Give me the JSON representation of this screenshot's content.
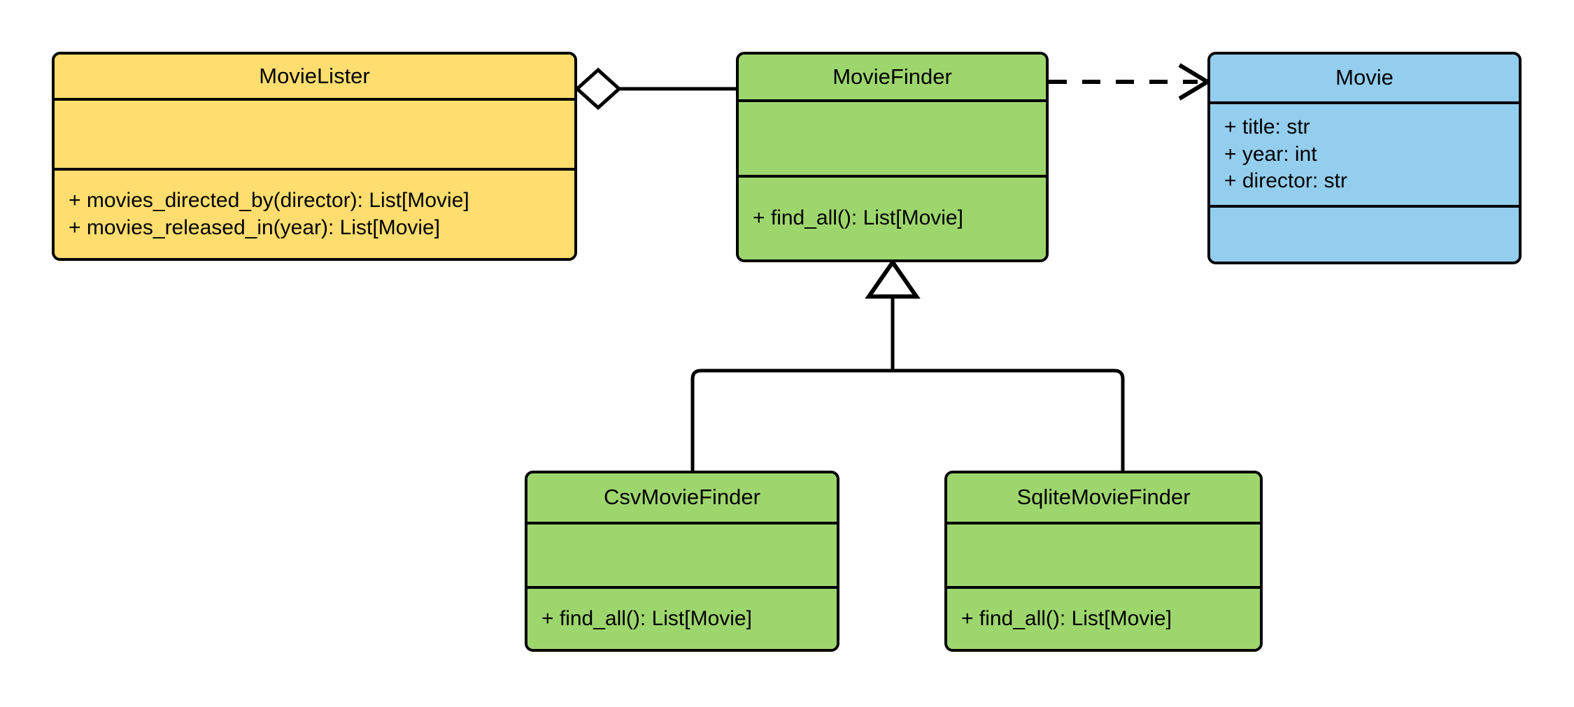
{
  "diagram": {
    "type": "uml-class-diagram",
    "background": "#ffffff",
    "line_color": "#000000",
    "colors": {
      "lister": "#ffdd6e",
      "finder": "#9ed66e",
      "entity": "#93ceef",
      "stroke": "#000000"
    }
  },
  "classes": {
    "movie_lister": {
      "name": "MovieLister",
      "color": "#ffdd6e",
      "attributes": [],
      "methods": [
        "+ movies_directed_by(director): List[Movie]",
        "+ movies_released_in(year): List[Movie]"
      ]
    },
    "movie_finder": {
      "name": "MovieFinder",
      "color": "#9ed66e",
      "attributes": [],
      "methods": [
        "+ find_all(): List[Movie]"
      ]
    },
    "movie": {
      "name": "Movie",
      "color": "#93ceef",
      "attributes": [
        "+ title: str",
        "+ year: int",
        "+ director: str"
      ],
      "methods": []
    },
    "csv_movie_finder": {
      "name": "CsvMovieFinder",
      "color": "#9ed66e",
      "attributes": [],
      "methods": [
        "+ find_all(): List[Movie]"
      ]
    },
    "sqlite_movie_finder": {
      "name": "SqliteMovieFinder",
      "color": "#9ed66e",
      "attributes": [],
      "methods": [
        "+ find_all(): List[Movie]"
      ]
    }
  },
  "relationships": [
    {
      "kind": "aggregation",
      "from": "MovieLister",
      "to": "MovieFinder",
      "line": "solid",
      "source_marker": "hollow-diamond",
      "target_marker": "none"
    },
    {
      "kind": "dependency",
      "from": "MovieFinder",
      "to": "Movie",
      "line": "dashed",
      "source_marker": "none",
      "target_marker": "open-arrow"
    },
    {
      "kind": "generalization",
      "from": "CsvMovieFinder",
      "to": "MovieFinder",
      "line": "solid",
      "source_marker": "none",
      "target_marker": "hollow-triangle"
    },
    {
      "kind": "generalization",
      "from": "SqliteMovieFinder",
      "to": "MovieFinder",
      "line": "solid",
      "source_marker": "none",
      "target_marker": "hollow-triangle"
    }
  ]
}
